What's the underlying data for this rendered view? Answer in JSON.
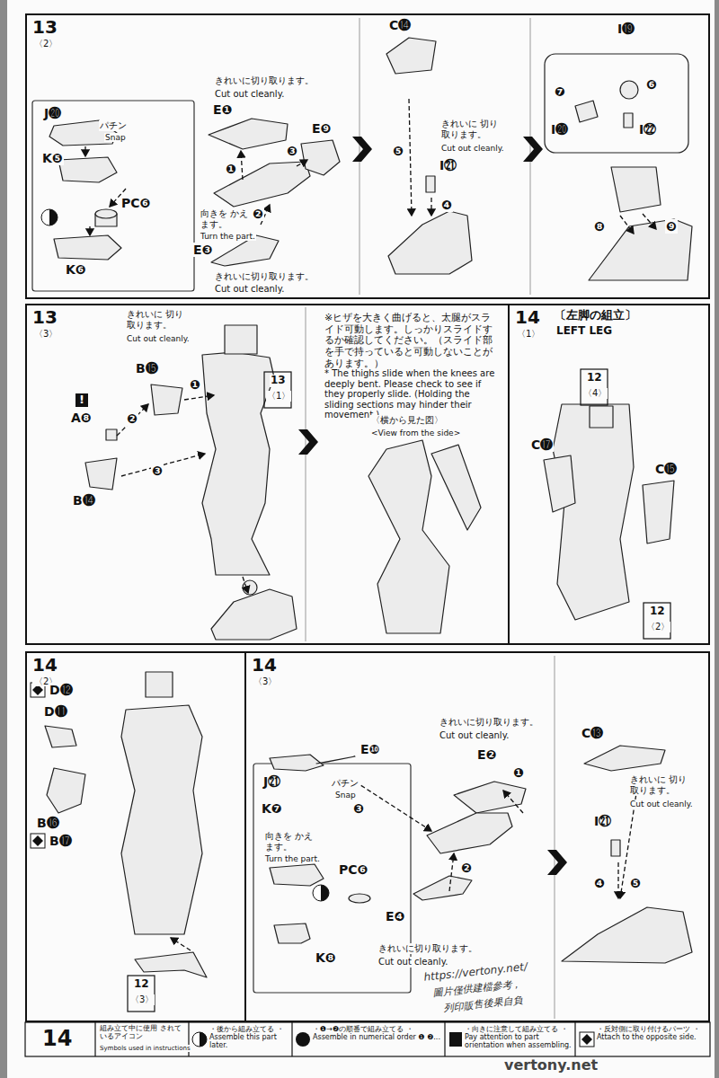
{
  "diagram": {
    "nodes": [
      {
        "text": [
          "13",
          "〈2〉"
        ]
      },
      {
        "text": [
          "13",
          "〈3〉"
        ]
      },
      {
        "text": [
          "14",
          "〈1〉",
          "〔左脚の組立〕",
          "LEFT LEG"
        ]
      },
      {
        "text": [
          "14",
          "〈2〉"
        ]
      },
      {
        "text": [
          "14",
          "〈3〉"
        ]
      }
    ],
    "labels": [
      "J⓴",
      "パチン",
      "Snap",
      "K❺",
      "PC❻",
      "K❻",
      "きれいに切り取ります。",
      "Cut out cleanly.",
      "E❶",
      "E❾",
      "❶",
      "❸",
      "向きを かえます。",
      "Turn the part.",
      "❷",
      "E❸",
      "きれいに切り取ります。",
      "Cut out cleanly.",
      "C⓮",
      "きれいに 切り取ります。",
      "Cut out cleanly.",
      "I㉑",
      "❺",
      "❹",
      "I⓳",
      "❻",
      "❼",
      "I⓴",
      "I㉒",
      "❽",
      "❾",
      "きれいに 切り取ります。",
      "Cut out cleanly.",
      "B⓯",
      "!",
      "A❽",
      "❶",
      "❷",
      "❸",
      "B⓮",
      "13",
      "〈1〉",
      "※ヒザを大きく曲げると、太腿がスライド可動します。しっかりスライドするか確認してください。（スライド部を手で持っていると可動しないことがあります。）",
      "* The thighs slide when the knees are deeply bent. Please check to see if they properly slide. (Holding the sliding sections may hinder their movement.)",
      "〈横から見た図〉",
      "<View from the side>",
      "12",
      "〈4〉",
      "C⓱",
      "C⓯",
      "12",
      "〈2〉",
      "D⓬",
      "D⓫",
      "B⓰",
      "B⓱",
      "12",
      "〈3〉",
      "J㉑",
      "パチン",
      "Snap",
      "K❼",
      "E❿",
      "きれいに切り取ります。",
      "Cut out cleanly.",
      "E❷",
      "❶",
      "❸",
      "向きを かえます。",
      "Turn the part.",
      "PC❻",
      "❷",
      "K❽",
      "E❹",
      "きれいに切り取ります。",
      "Cut out cleanly.",
      "C⓭",
      "きれいに 切り取ります。",
      "Cut out cleanly.",
      "I㉑",
      "❹",
      "❺",
      "https://vertony.net/",
      "圖片僅供建檔參考，",
      "列印販售後果自負",
      "vertony.net",
      "14",
      "組み立て中に使用 されているアイコン",
      "Symbols used in instructions"
    ],
    "legend": [
      {
        "text": "・後から組み立てる ・Assemble this part later."
      },
      {
        "text": "・❶→❷の順番で組み立てる ・Assemble in numerical order ❶ ❷..."
      },
      {
        "text": "・向きに注意して組み立てる ・Pay attention to part orientation when assembling."
      },
      {
        "text": "・反対側に取り付けるパーツ ・Attach to the opposite side."
      }
    ]
  }
}
